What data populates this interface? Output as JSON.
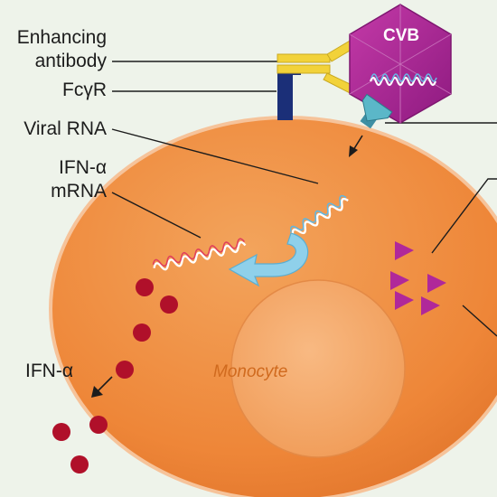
{
  "labels": {
    "enhancing_line1": "Enhancing",
    "enhancing_line2": "antibody",
    "receptor": "FcγR",
    "viral_rna": "Viral RNA",
    "ifn_mrna_line1": "IFN-α",
    "ifn_mrna_line2": "mRNA",
    "ifn_alpha": "IFN-α",
    "virus": "CVB",
    "cell": "Monocyte"
  },
  "icons": [
    "virus-icon",
    "antibody-icon",
    "receptor-icon",
    "rna-icon",
    "ifn-dot-icon",
    "triangle-icon",
    "curved-arrow-icon"
  ],
  "colors": {
    "background": "#eef3ea",
    "cell": "#f08a3c",
    "nucleus": "#f5a868",
    "virus": "#b0289a",
    "antibody": "#f2d23a",
    "receptor": "#1b2f78",
    "ifn_dots": "#b0102a",
    "triangles": "#b0289a",
    "arrow": "#8fd0ea"
  }
}
